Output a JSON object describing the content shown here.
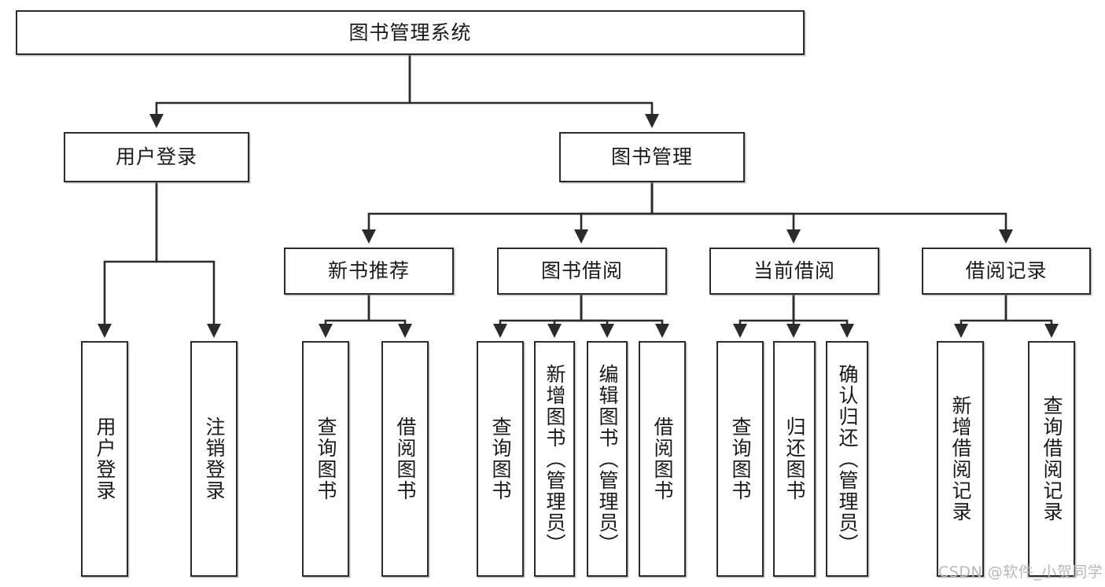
{
  "diagram": {
    "type": "tree-hierarchy",
    "title": "图书管理系统",
    "watermark": "CSDN @软件_小贺同学",
    "colors": {
      "box_border": "#2b2b2b",
      "box_fill": "#ffffff",
      "connector": "#2b2b2b",
      "text": "#1a1a1a",
      "watermark": "#b8b8b8",
      "background": "#ffffff"
    },
    "root": {
      "label": "图书管理系统"
    },
    "level2": [
      {
        "label": "用户登录"
      },
      {
        "label": "图书管理"
      }
    ],
    "level3": [
      {
        "label": "新书推荐"
      },
      {
        "label": "图书借阅"
      },
      {
        "label": "当前借阅"
      },
      {
        "label": "借阅记录"
      }
    ],
    "leaves": {
      "user_login": [
        {
          "label": "用户登录"
        },
        {
          "label": "注销登录"
        }
      ],
      "new_book_recommend": [
        {
          "label": "查询图书"
        },
        {
          "label": "借阅图书"
        }
      ],
      "book_borrow": [
        {
          "label": "查询图书"
        },
        {
          "label": "新增图书（管理员）"
        },
        {
          "label": "编辑图书（管理员）"
        },
        {
          "label": "借阅图书"
        }
      ],
      "current_borrow": [
        {
          "label": "查询图书"
        },
        {
          "label": "归还图书"
        },
        {
          "label": "确认归还（管理员）"
        }
      ],
      "borrow_record": [
        {
          "label": "新增借阅记录"
        },
        {
          "label": "查询借阅记录"
        }
      ]
    }
  }
}
